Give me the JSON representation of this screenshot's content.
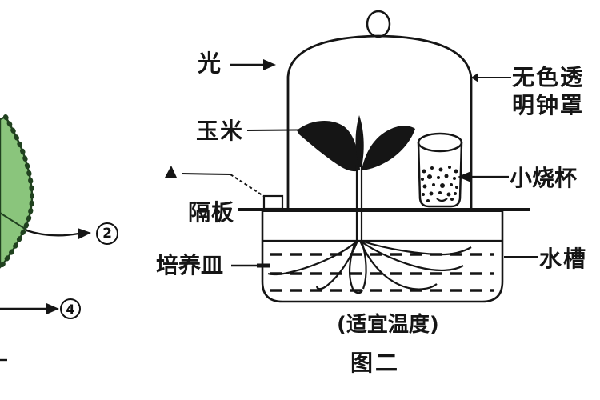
{
  "figure": {
    "labels": {
      "light": "光",
      "corn": "玉米",
      "partition": "隔板",
      "culture_dish": "培养皿",
      "bell_jar": "无色透\n明钟罩",
      "beaker": "小烧杯",
      "water_tank": "水槽"
    },
    "callouts": [
      {
        "number": "2"
      },
      {
        "number": "4"
      }
    ],
    "caption_condition": "(适宜温度)",
    "caption_title": "图二",
    "colors": {
      "line": "#151515",
      "leaf_fill": "#8ac57c",
      "leaf_edge": "#20411f",
      "background": "#ffffff"
    }
  }
}
